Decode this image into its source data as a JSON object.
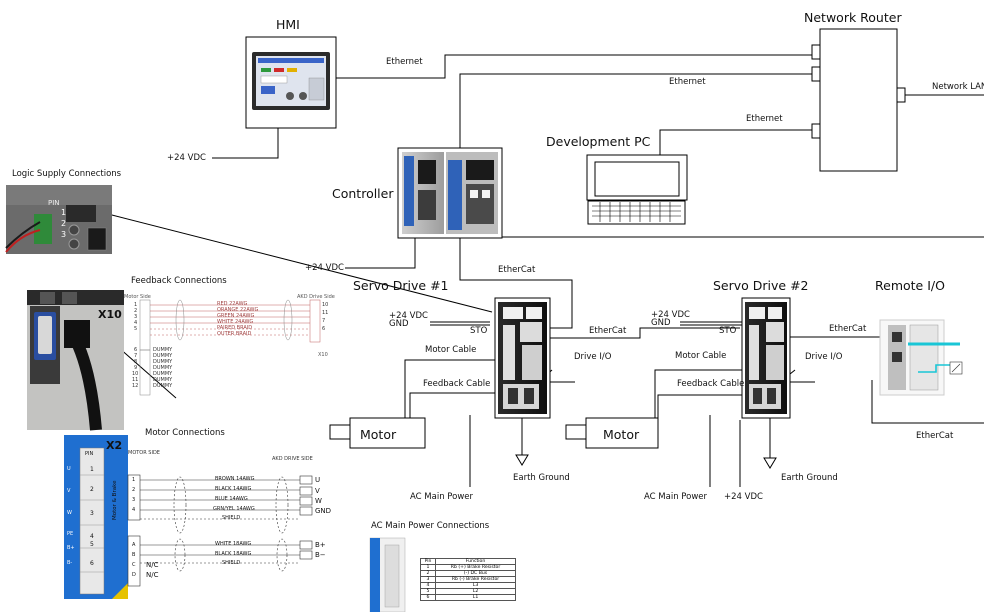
{
  "labels": {
    "hmi": "HMI",
    "network_router": "Network Router",
    "ethernet_1": "Ethernet",
    "ethernet_2": "Ethernet",
    "ethernet_3": "Ethernet",
    "network_lan": "Network LAN",
    "dev_pc": "Development PC",
    "plus24_hmi": "+24 VDC",
    "controller": "Controller",
    "logic_supply": "Logic Supply Connections",
    "plus24_ctrl": "+24 VDC",
    "ethercat_top": "EtherCat",
    "servo1": "Servo Drive #1",
    "servo2": "Servo Drive #2",
    "remote_io": "Remote I/O",
    "feedback_connections": "Feedback Connections",
    "plus24_gnd_1a": "+24 VDC",
    "plus24_gnd_1b": "GND",
    "sto_1": "STO",
    "ethercat_1_2": "EtherCat",
    "plus24_gnd_2a": "+24 VDC",
    "plus24_gnd_2b": "GND",
    "sto_2": "STO",
    "ethercat_2_rio": "EtherCat",
    "motor_cable_1": "Motor Cable",
    "drive_io_1": "Drive I/O",
    "motor_cable_2": "Motor Cable",
    "drive_io_2": "Drive I/O",
    "feedback_cable_1": "Feedback Cable",
    "feedback_cable_2": "Feedback Cable",
    "motor_1": "Motor",
    "motor_2": "Motor",
    "motor_connections": "Motor Connections",
    "earth_ground_1": "Earth Ground",
    "earth_ground_2": "Earth Ground",
    "ethercat_bottom": "EtherCat",
    "ac_main_power_1": "AC Main Power",
    "ac_main_power_2": "AC Main Power",
    "plus24_bottom": "+24 VDC",
    "ac_main_power_connections": "AC Main Power Connections"
  },
  "logic_photo": {
    "pin": "PIN",
    "n1": "1",
    "n2": "2",
    "n3": "3"
  },
  "x10_photo": {
    "tag": "X10"
  },
  "feedback_diagram": {
    "left_head": "Motor Side",
    "right_head": "AKD Drive Side",
    "connector": "X10",
    "wires": [
      "RED 22AWG",
      "ORANGE 22AWG",
      "GREEN 24AWG",
      "WHITE 24AWG",
      "PAIRED BRAID",
      "OUTER BRAID"
    ],
    "left_pins": [
      "1",
      "2",
      "3",
      "4",
      "5",
      "",
      "6",
      "7",
      "8",
      "9",
      "10",
      "11",
      "12"
    ],
    "dummies": [
      "DUMMY",
      "DUMMY",
      "DUMMY",
      "DUMMY",
      "DUMMY",
      "DUMMY",
      "DUMMY"
    ],
    "right_pins": [
      "10",
      "11",
      "7",
      "6"
    ]
  },
  "x2_photo": {
    "tag": "X2",
    "pin": "PIN",
    "side_text": "Motor & Brake",
    "pins": [
      "1",
      "2",
      "3",
      "4",
      "5",
      "6"
    ],
    "codes": [
      "U",
      "V",
      "W",
      "PE",
      "B+",
      "B-"
    ]
  },
  "motor_diagram": {
    "left_head": "MOTOR SIDE",
    "right_head": "AKD DRIVE SIDE",
    "pins": [
      "1",
      "2",
      "3",
      "4",
      "A",
      "B",
      "C",
      "D"
    ],
    "wires": [
      "BROWN 14AWG",
      "BLACK 14AWG",
      "BLUE 14AWG",
      "GRN/YEL 14AWG",
      "SHIELD",
      "WHITE 18AWG",
      "BLACK 18AWG",
      "SHIELD"
    ],
    "terms": [
      "U",
      "V",
      "W",
      "GND",
      "B+",
      "B−"
    ],
    "nc": [
      "N/C",
      "N/C"
    ]
  },
  "ac_table": {
    "headers": [
      "Pin",
      "Function"
    ],
    "rows": [
      [
        "1",
        "Rb (+) Brake Resistor"
      ],
      [
        "2",
        "(-) DC Bus"
      ],
      [
        "3",
        "Rb (-) Brake Resistor"
      ],
      [
        "4",
        "L3"
      ],
      [
        "5",
        "L2"
      ],
      [
        "6",
        "L1"
      ]
    ]
  },
  "colors": {
    "line": "#000000",
    "screen_blue": "#3a64c8",
    "remote_io_cyan": "#19c6d6",
    "x2_blue": "#1f6fd0",
    "drive_dark": "#1b1b1b"
  }
}
